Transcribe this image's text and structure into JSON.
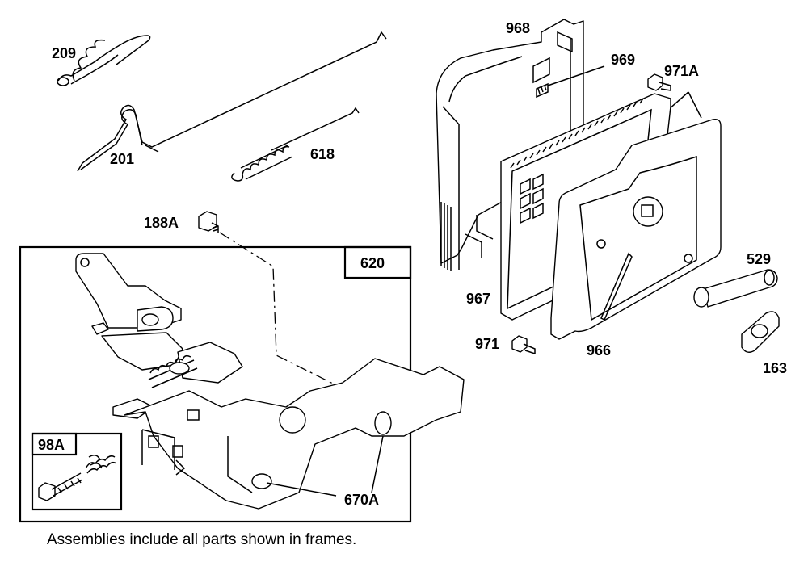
{
  "labels": {
    "l209": "209",
    "l201": "201",
    "l618": "618",
    "l188A": "188A",
    "l620": "620",
    "l98A": "98A",
    "l670A": "670A",
    "l968": "968",
    "l969": "969",
    "l971A": "971A",
    "l967": "967",
    "l971": "971",
    "l966": "966",
    "l529": "529",
    "l163": "163"
  },
  "caption": "Assemblies include all parts shown in frames."
}
